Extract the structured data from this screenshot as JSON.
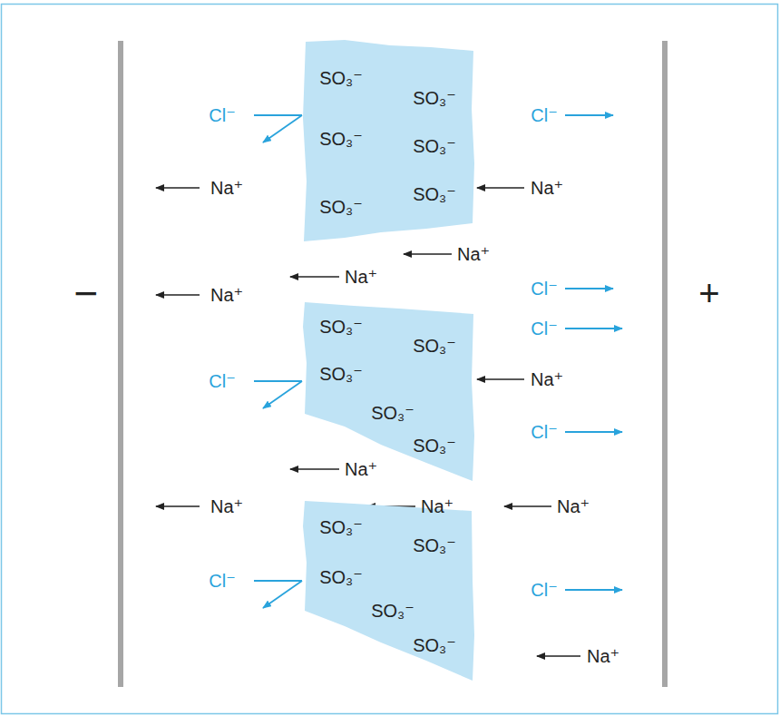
{
  "diagram": {
    "nodes": [
      {
        "text": [
          "SO₃⁻",
          "SO₃⁻",
          "SO₃⁻",
          "SO₃⁻",
          "SO₃⁻",
          "SO₃⁻"
        ]
      },
      {
        "text": [
          "SO₃⁻",
          "SO₃⁻",
          "SO₃⁻",
          "SO₃⁻",
          "SO₃⁻"
        ]
      },
      {
        "text": [
          "SO₃⁻",
          "SO₃⁻",
          "SO₃⁻",
          "SO₃⁻",
          "SO₃⁻"
        ]
      }
    ],
    "labels": [
      "−",
      "Cl⁻",
      "Cl⁻",
      "Na⁺",
      "Na⁺",
      "Na⁺",
      "Na⁺",
      "Na⁺",
      "Cl⁻",
      "Cl⁻",
      "Cl⁻",
      "Na⁺",
      "Cl⁻",
      "Na⁺",
      "Na⁺",
      "Na⁺",
      "Na⁺",
      "Cl⁻",
      "Cl⁻",
      "Na⁺",
      "+"
    ]
  }
}
